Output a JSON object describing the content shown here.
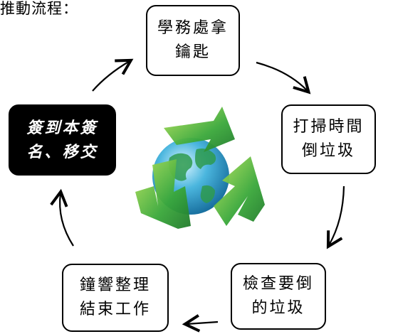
{
  "heading": "推動流程：",
  "steps": [
    {
      "line1": "學務處拿",
      "line2": "鑰匙"
    },
    {
      "line1": "打掃時間",
      "line2": "倒垃圾"
    },
    {
      "line1": "檢查要倒",
      "line2": "的垃圾"
    },
    {
      "line1": "鐘響整理",
      "line2": "結束工作"
    },
    {
      "line1": "簽到本簽",
      "line2": "名、移交"
    }
  ],
  "center_graphic": "recycling-globe-icon",
  "colors": {
    "recycle_green": "#3aa83a",
    "recycle_light": "#a6dc4e",
    "globe_blue": "#2d9ec8",
    "globe_land": "#2e9a4e",
    "highlight_box": "#000000"
  }
}
